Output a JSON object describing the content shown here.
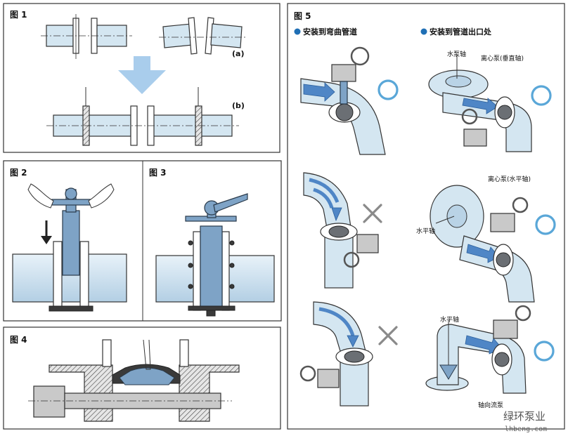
{
  "figures": {
    "fig1": {
      "title": "图 1",
      "label_a": "(a)",
      "label_b": "(b)"
    },
    "fig2": {
      "title": "图 2"
    },
    "fig3": {
      "title": "图 3"
    },
    "fig4": {
      "title": "图 4"
    },
    "fig5": {
      "title": "图 5",
      "heading_left": "安装到弯曲管道",
      "heading_right": "安装到管道出口处",
      "label_pump_shaft": "水泵轴",
      "label_centrifugal_vertical": "离心泵(垂直轴)",
      "label_centrifugal_horizontal": "离心泵(水平轴)",
      "label_horizontal_shaft_1": "水平轴",
      "label_horizontal_shaft_2": "水平轴",
      "label_axial_pump": "轴向流泵",
      "marks": [
        "ok",
        "ok",
        "bad",
        "ok",
        "bad",
        "ok"
      ]
    }
  },
  "watermark": {
    "name": "绿环泵业",
    "url": "lhbeng.com"
  },
  "colors": {
    "accent": "#5aa7d8",
    "bullet": "#1f6fb5",
    "arrow": "#a9cdec",
    "pipe": "#d4e6f1",
    "flow": "#4f86c6"
  }
}
